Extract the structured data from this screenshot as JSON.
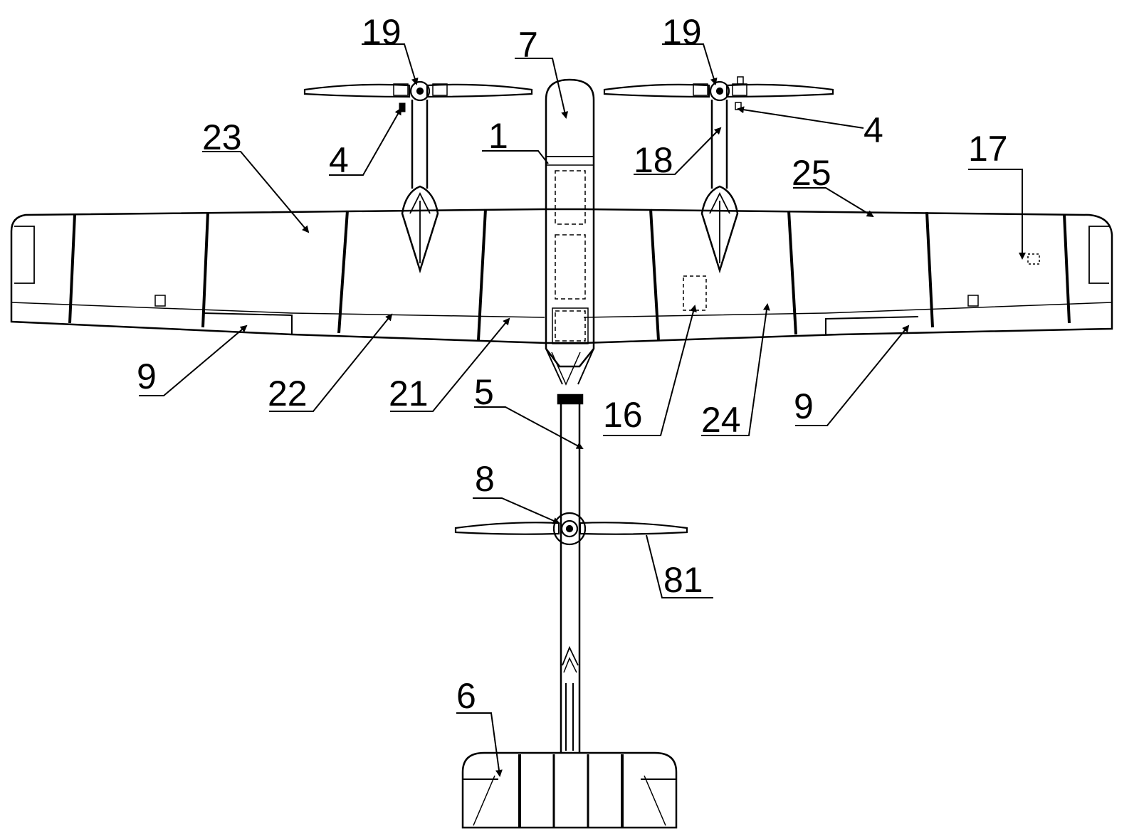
{
  "labels": {
    "l19a": "19",
    "l7": "7",
    "l19b": "19",
    "l1": "1",
    "l4a": "4",
    "l4b": "4",
    "l23": "23",
    "l18": "18",
    "l25": "25",
    "l17": "17",
    "l9a": "9",
    "l22": "22",
    "l21": "21",
    "l5": "5",
    "l16": "16",
    "l24": "24",
    "l9b": "9",
    "l8": "8",
    "l81": "81",
    "l6": "6"
  },
  "colors": {
    "ink": "#000000",
    "paper": "#ffffff"
  }
}
